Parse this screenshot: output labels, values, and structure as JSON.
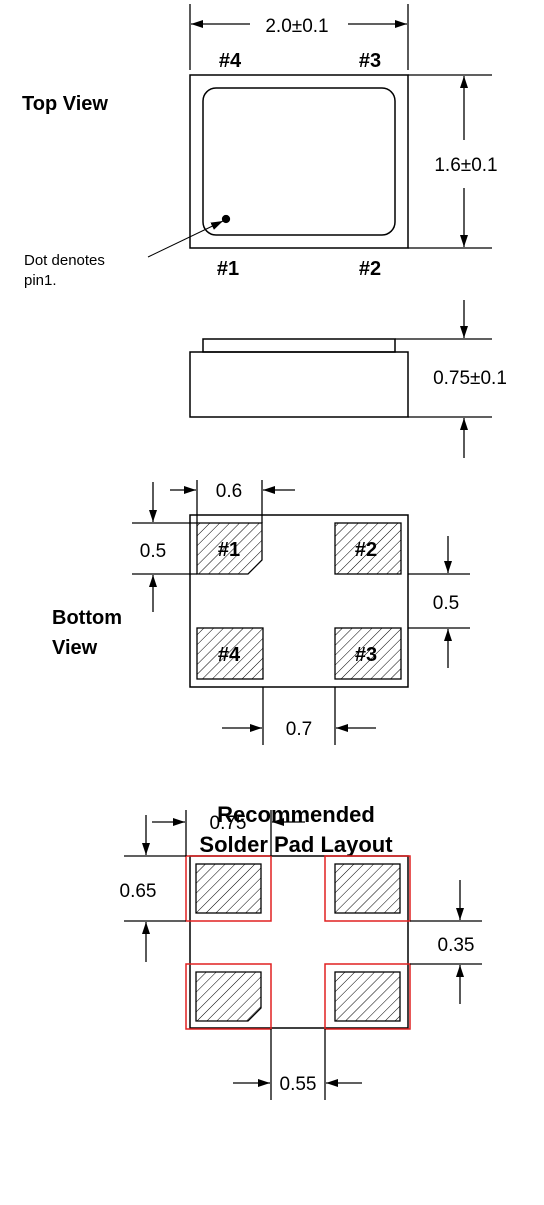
{
  "top_view": {
    "label": "Top View",
    "width_dim": "2.0±0.1",
    "height_dim": "1.6±0.1",
    "pins": {
      "p4": "#4",
      "p3": "#3",
      "p1": "#1",
      "p2": "#2"
    },
    "dot_note_line1": "Dot denotes",
    "dot_note_line2": "pin1."
  },
  "side_view": {
    "thickness_dim": "0.75±0.1"
  },
  "bottom_view": {
    "label_line1": "Bottom",
    "label_line2": "View",
    "pad_width_dim": "0.6",
    "pad_height_dim": "0.5",
    "pad_vgap_dim": "0.5",
    "pad_hgap_dim": "0.7",
    "pins": {
      "p1": "#1",
      "p2": "#2",
      "p4": "#4",
      "p3": "#3"
    }
  },
  "solder_layout": {
    "title_line1": "Recommended",
    "title_line2": "Solder Pad Layout",
    "pad_width_dim": "0.75",
    "pad_height_dim": "0.65",
    "pad_vgap_dim": "0.35",
    "pad_hgap_dim": "0.55",
    "pad_outline_color": "#e02020"
  }
}
